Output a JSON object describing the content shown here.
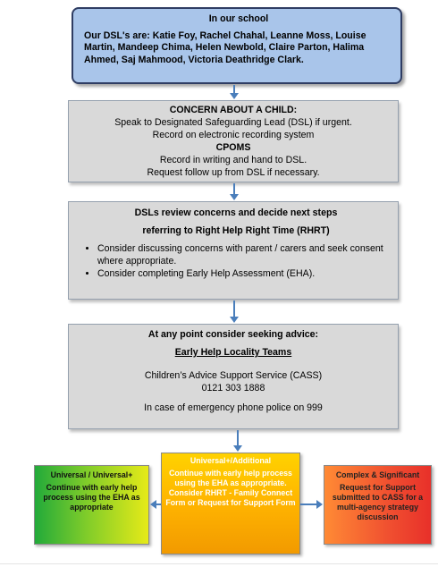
{
  "school": {
    "title": "In our school",
    "dsls": "Our DSL's are: Katie Foy, Rachel Chahal, Leanne Moss, Louise Martin, Mandeep Chima, Helen Newbold, Claire Parton, Halima Ahmed, Saj Mahmood, Victoria Deathridge Clark."
  },
  "concern": {
    "heading": "CONCERN ABOUT A CHILD:",
    "line1": "Speak to Designated Safeguarding Lead (DSL) if urgent.",
    "line2": "Record on electronic recording system",
    "cpoms": "CPOMS",
    "line3": "Record in writing and hand to DSL.",
    "line4": "Request follow up from DSL if necessary."
  },
  "dsl_review": {
    "heading": "DSLs review concerns and decide next steps",
    "subheading": "referring to Right Help Right Time (RHRT)",
    "bullets": [
      "Consider discussing concerns with parent / carers and seek consent where appropriate.",
      "Consider completing Early Help Assessment (EHA)."
    ]
  },
  "advice": {
    "heading": "At any point consider seeking advice:",
    "teams": "Early Help Locality Teams",
    "cass": "Children’s Advice Support Service (CASS)",
    "phone": "0121 303 1888",
    "emergency": "In case of emergency phone police on 999"
  },
  "outcomes": {
    "universal": {
      "title": "Universal / Universal+",
      "text": "Continue with early help process using the EHA as appropriate"
    },
    "additional": {
      "title": "Universal+/Additional",
      "text": "Continue with early help process using the EHA as appropriate. Consider RHRT - Family Connect Form or Request for Support Form"
    },
    "complex": {
      "title": "Complex & Significant",
      "text": "Request for Support submitted to CASS for a multi-agency strategy discussion"
    }
  },
  "colors": {
    "arrow": "#4a7ebb",
    "school_fill": "#a9c5ea",
    "box_fill": "#d9d9d9"
  }
}
